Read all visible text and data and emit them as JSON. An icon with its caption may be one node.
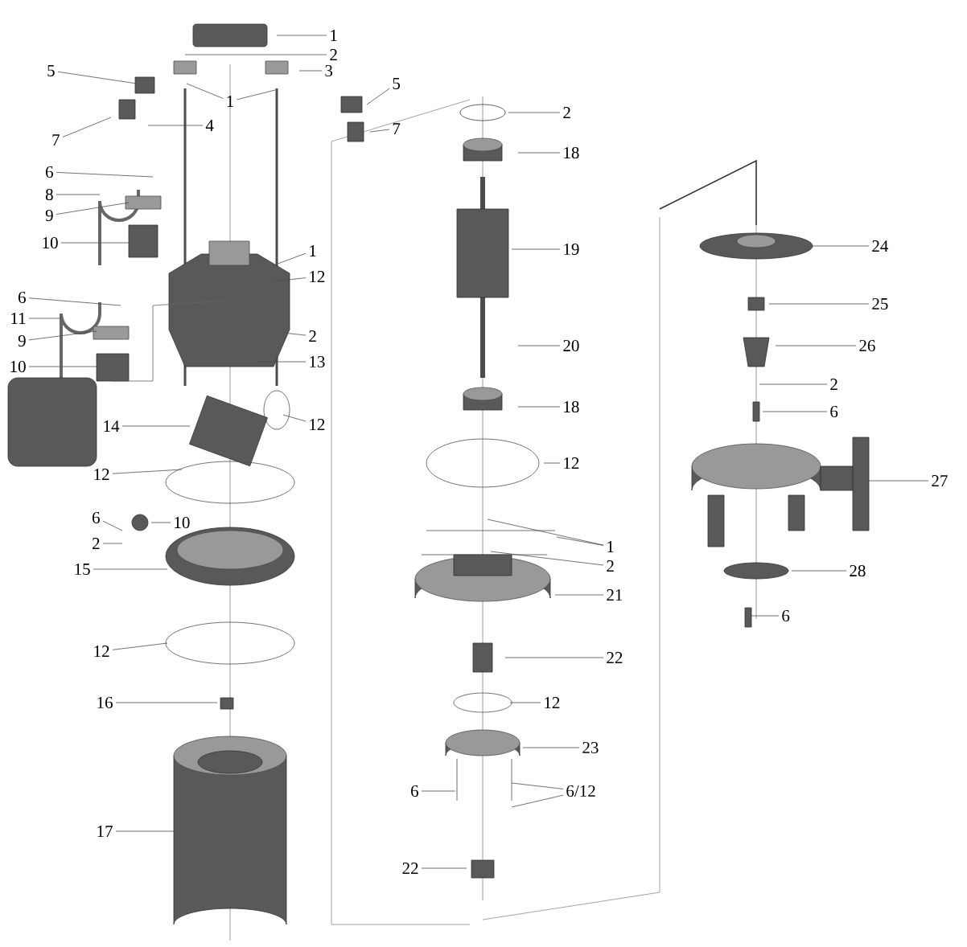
{
  "diagram": {
    "nodes": [
      {
        "text": [
          "1"
        ]
      },
      {
        "text": [
          "2"
        ]
      },
      {
        "text": [
          "3"
        ]
      },
      {
        "text": [
          "5"
        ]
      },
      {
        "text": [
          "5"
        ]
      },
      {
        "text": [
          "7"
        ]
      },
      {
        "text": [
          "7"
        ]
      },
      {
        "text": [
          "1"
        ]
      },
      {
        "text": [
          "4"
        ]
      },
      {
        "text": [
          "6"
        ]
      },
      {
        "text": [
          "8"
        ]
      },
      {
        "text": [
          "9"
        ]
      },
      {
        "text": [
          "10"
        ]
      },
      {
        "text": [
          "1"
        ]
      },
      {
        "text": [
          "12"
        ]
      },
      {
        "text": [
          "2"
        ]
      },
      {
        "text": [
          "13"
        ]
      },
      {
        "text": [
          "6"
        ]
      },
      {
        "text": [
          "11"
        ]
      },
      {
        "text": [
          "9"
        ]
      },
      {
        "text": [
          "10"
        ]
      },
      {
        "text": [
          "14"
        ]
      },
      {
        "text": [
          "12"
        ]
      },
      {
        "text": [
          "12"
        ]
      },
      {
        "text": [
          "6"
        ]
      },
      {
        "text": [
          "10"
        ]
      },
      {
        "text": [
          "2"
        ]
      },
      {
        "text": [
          "15"
        ]
      },
      {
        "text": [
          "12"
        ]
      },
      {
        "text": [
          "16"
        ]
      },
      {
        "text": [
          "17"
        ]
      },
      {
        "text": [
          "2"
        ]
      },
      {
        "text": [
          "18"
        ]
      },
      {
        "text": [
          "19"
        ]
      },
      {
        "text": [
          "20"
        ]
      },
      {
        "text": [
          "18"
        ]
      },
      {
        "text": [
          "12"
        ]
      },
      {
        "text": [
          "1"
        ]
      },
      {
        "text": [
          "2"
        ]
      },
      {
        "text": [
          "21"
        ]
      },
      {
        "text": [
          "22"
        ]
      },
      {
        "text": [
          "12"
        ]
      },
      {
        "text": [
          "23"
        ]
      },
      {
        "text": [
          "6"
        ]
      },
      {
        "text": [
          "6/12"
        ]
      },
      {
        "text": [
          "22"
        ]
      },
      {
        "text": [
          "24"
        ]
      },
      {
        "text": [
          "25"
        ]
      },
      {
        "text": [
          "26"
        ]
      },
      {
        "text": [
          "2"
        ]
      },
      {
        "text": [
          "6"
        ]
      },
      {
        "text": [
          "27"
        ]
      },
      {
        "text": [
          "28"
        ]
      },
      {
        "text": [
          "6"
        ]
      }
    ],
    "edges": [
      {
        "from": 0,
        "to": null,
        "arrow": "none"
      },
      {
        "from": 1,
        "to": null,
        "arrow": "none"
      },
      {
        "from": 2,
        "to": null,
        "arrow": "none"
      },
      {
        "from": 3,
        "to": null,
        "arrow": "none"
      },
      {
        "from": 4,
        "to": null,
        "arrow": "none"
      },
      {
        "from": 5,
        "to": null,
        "arrow": "none"
      },
      {
        "from": 6,
        "to": null,
        "arrow": "none"
      },
      {
        "from": 7,
        "to": null,
        "arrow": "none"
      },
      {
        "from": 7,
        "to": null,
        "arrow": "none"
      },
      {
        "from": 8,
        "to": null,
        "arrow": "none"
      },
      {
        "from": 9,
        "to": null,
        "arrow": "none"
      },
      {
        "from": 10,
        "to": null,
        "arrow": "none"
      },
      {
        "from": 11,
        "to": null,
        "arrow": "none"
      },
      {
        "from": 12,
        "to": null,
        "arrow": "none"
      },
      {
        "from": 13,
        "to": null,
        "arrow": "none"
      },
      {
        "from": 14,
        "to": null,
        "arrow": "none"
      },
      {
        "from": 15,
        "to": null,
        "arrow": "none"
      },
      {
        "from": 16,
        "to": null,
        "arrow": "none"
      },
      {
        "from": 17,
        "to": null,
        "arrow": "none"
      },
      {
        "from": 18,
        "to": null,
        "arrow": "none"
      },
      {
        "from": 19,
        "to": null,
        "arrow": "none"
      },
      {
        "from": 20,
        "to": null,
        "arrow": "none"
      },
      {
        "from": 21,
        "to": null,
        "arrow": "none"
      },
      {
        "from": 22,
        "to": null,
        "arrow": "none"
      },
      {
        "from": 23,
        "to": null,
        "arrow": "none"
      },
      {
        "from": 24,
        "to": null,
        "arrow": "none"
      },
      {
        "from": 25,
        "to": null,
        "arrow": "none"
      },
      {
        "from": 26,
        "to": null,
        "arrow": "none"
      },
      {
        "from": 27,
        "to": null,
        "arrow": "none"
      },
      {
        "from": 28,
        "to": null,
        "arrow": "none"
      },
      {
        "from": 29,
        "to": null,
        "arrow": "none"
      },
      {
        "from": 30,
        "to": null,
        "arrow": "none"
      },
      {
        "from": 31,
        "to": null,
        "arrow": "none"
      },
      {
        "from": 32,
        "to": null,
        "arrow": "none"
      },
      {
        "from": 33,
        "to": null,
        "arrow": "none"
      },
      {
        "from": 34,
        "to": null,
        "arrow": "none"
      },
      {
        "from": 35,
        "to": null,
        "arrow": "none"
      },
      {
        "from": 36,
        "to": null,
        "arrow": "none"
      },
      {
        "from": 37,
        "to": null,
        "arrow": "none"
      },
      {
        "from": 37,
        "to": null,
        "arrow": "none"
      },
      {
        "from": 38,
        "to": null,
        "arrow": "none"
      },
      {
        "from": 39,
        "to": null,
        "arrow": "none"
      },
      {
        "from": 40,
        "to": null,
        "arrow": "none"
      },
      {
        "from": 41,
        "to": null,
        "arrow": "none"
      },
      {
        "from": 42,
        "to": null,
        "arrow": "none"
      },
      {
        "from": 43,
        "to": null,
        "arrow": "none"
      },
      {
        "from": 44,
        "to": null,
        "arrow": "none"
      },
      {
        "from": 44,
        "to": null,
        "arrow": "none"
      },
      {
        "from": 45,
        "to": null,
        "arrow": "none"
      },
      {
        "from": 46,
        "to": null,
        "arrow": "none"
      },
      {
        "from": 47,
        "to": null,
        "arrow": "none"
      },
      {
        "from": 48,
        "to": null,
        "arrow": "none"
      },
      {
        "from": 49,
        "to": null,
        "arrow": "none"
      },
      {
        "from": 50,
        "to": null,
        "arrow": "none"
      },
      {
        "from": 51,
        "to": null,
        "arrow": "none"
      },
      {
        "from": 52,
        "to": null,
        "arrow": "none"
      },
      {
        "from": 53,
        "to": null,
        "arrow": "none"
      }
    ]
  }
}
